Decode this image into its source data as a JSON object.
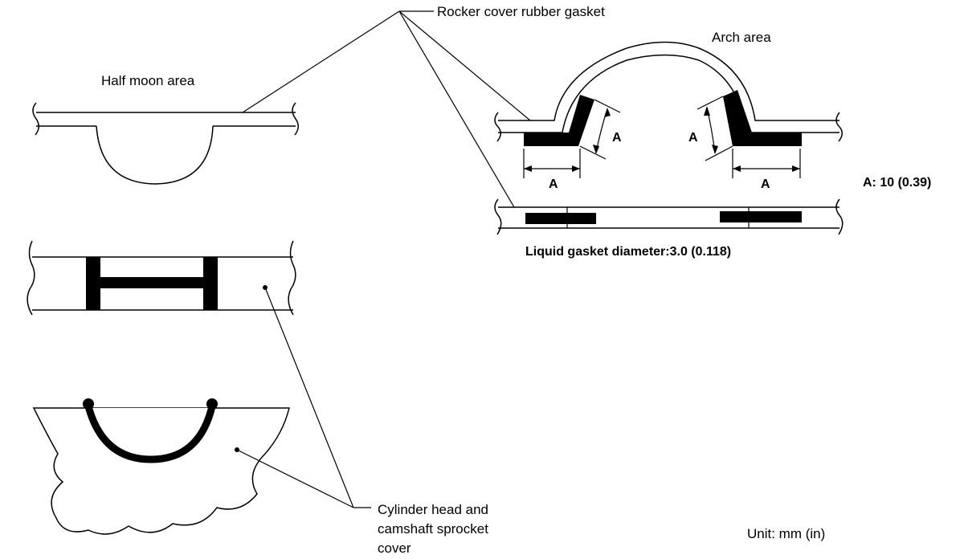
{
  "labels": {
    "rocker_cover_gasket": "Rocker cover rubber gasket",
    "arch_area": "Arch area",
    "half_moon_area": "Half moon area",
    "dimension_a": "A",
    "a_value": "A: 10 (0.39)",
    "liquid_gasket": "Liquid gasket diameter:3.0 (0.118)",
    "cylinder_head_line1": "Cylinder head and",
    "cylinder_head_line2": "camshaft sprocket",
    "cylinder_head_line3": "cover",
    "unit": "Unit: mm (in)"
  }
}
